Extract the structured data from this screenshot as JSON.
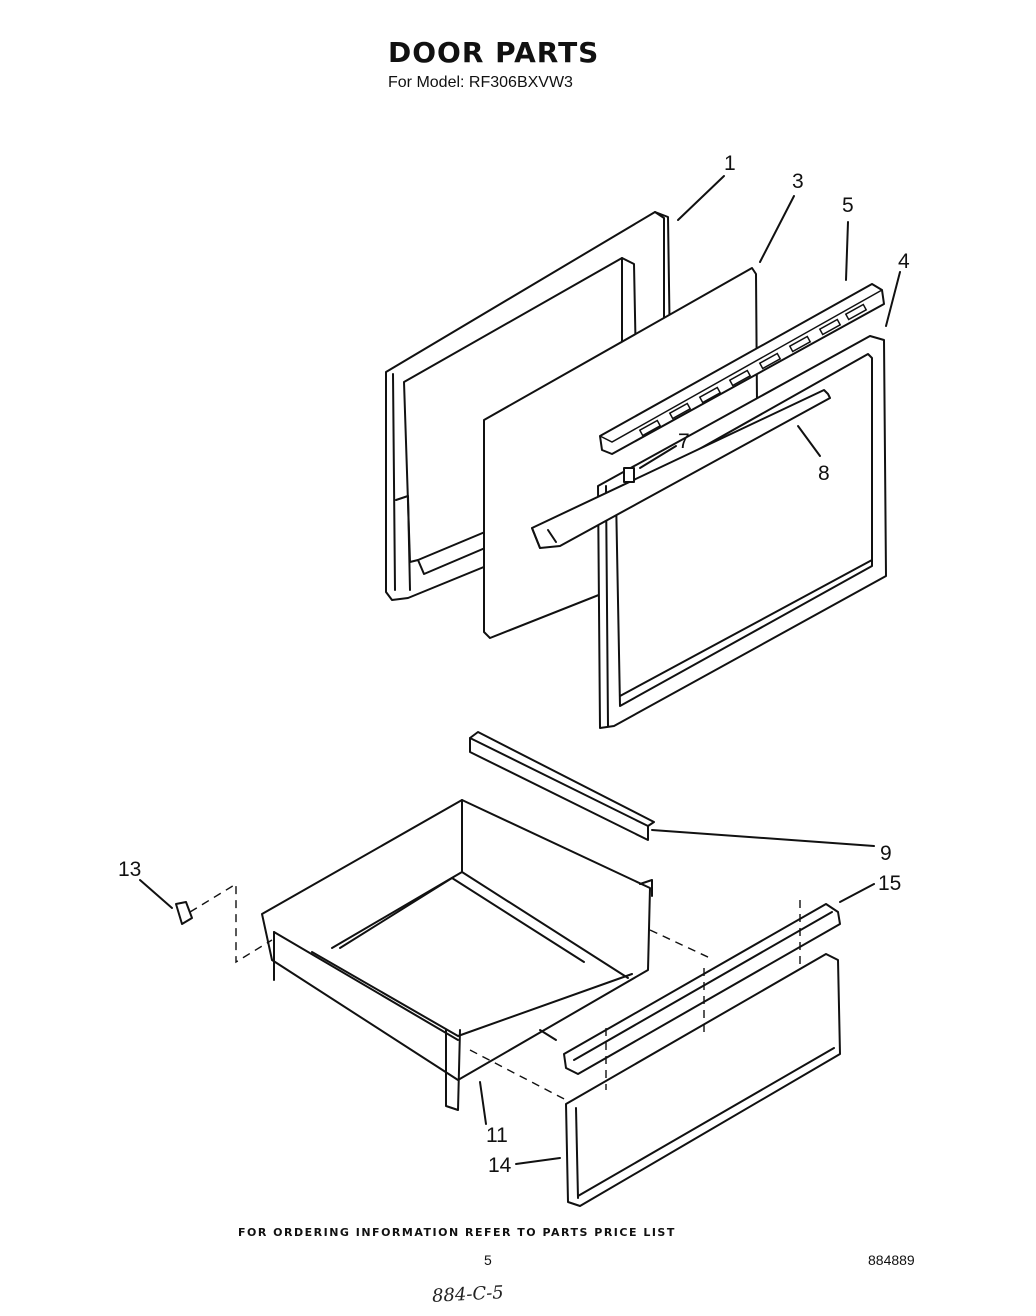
{
  "header": {
    "title": "DOOR PARTS",
    "model": "For Model: RF306BXVW3"
  },
  "part_labels": {
    "p1": "1",
    "p3": "3",
    "p4": "4",
    "p5": "5",
    "p7": "7",
    "p8": "8",
    "p9": "9",
    "p11": "11",
    "p13": "13",
    "p14": "14",
    "p15": "15"
  },
  "footer": {
    "ordering_note": "FOR ORDERING INFORMATION REFER TO PARTS PRICE LIST",
    "page_number": "5",
    "doc_code": "884889",
    "handwritten_note": "884-C-5"
  }
}
